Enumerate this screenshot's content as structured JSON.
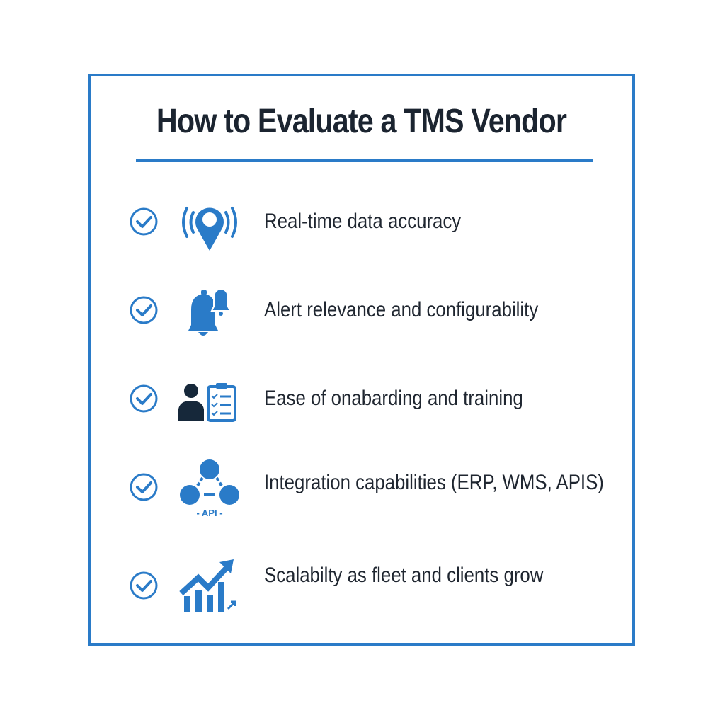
{
  "title": "How to Evaluate a TMS Vendor",
  "colors": {
    "accent": "#2a7bc8",
    "text": "#1f2630",
    "dark_icon": "#16283a"
  },
  "items": [
    {
      "label": "Real-time data accuracy",
      "icon": "location-signal-icon"
    },
    {
      "label": "Alert relevance and configurability",
      "icon": "bell-alert-icon"
    },
    {
      "label": "Ease of onabarding and training",
      "icon": "user-checklist-icon"
    },
    {
      "label": "Integration capabilities (ERP, WMS, APIS)",
      "icon": "api-network-icon",
      "icon_text": "- API -"
    },
    {
      "label": "Scalabilty as fleet and clients grow",
      "icon": "growth-chart-icon"
    }
  ]
}
